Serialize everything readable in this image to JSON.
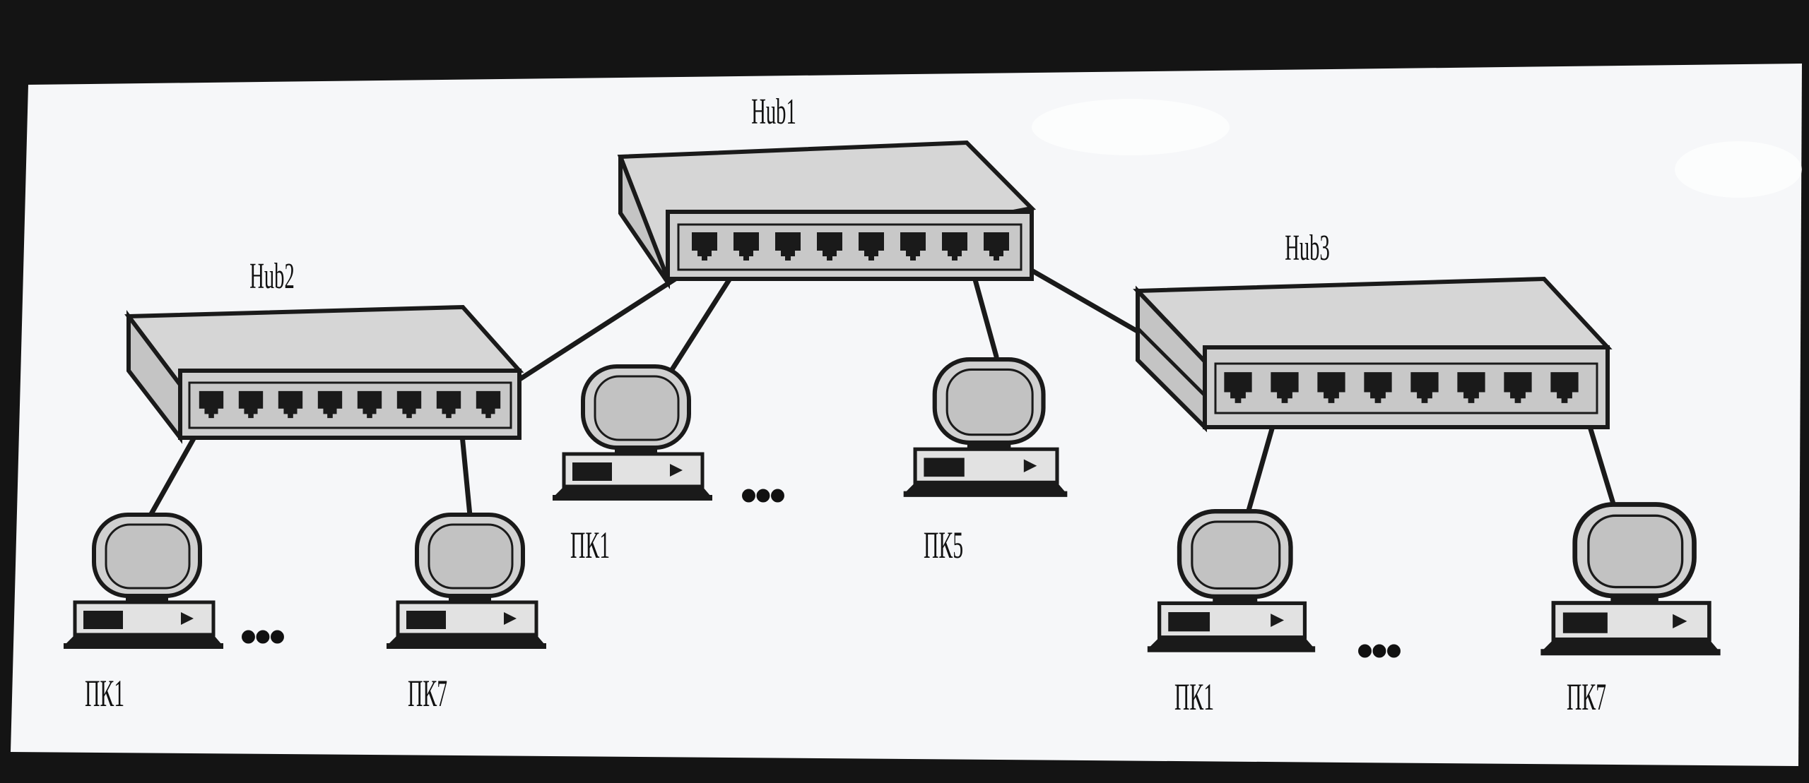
{
  "hubs": [
    {
      "id": "hub1",
      "label": "Hub1"
    },
    {
      "id": "hub2",
      "label": "Hub2"
    },
    {
      "id": "hub3",
      "label": "Hub3"
    }
  ],
  "computers": [
    {
      "id": "hub2-pc-first",
      "label": "ПК1"
    },
    {
      "id": "hub2-pc-last",
      "label": "ПК7"
    },
    {
      "id": "hub1-pc-first",
      "label": "ПК1"
    },
    {
      "id": "hub1-pc-last",
      "label": "ПК5"
    },
    {
      "id": "hub3-pc-first",
      "label": "ПК1"
    },
    {
      "id": "hub3-pc-last",
      "label": "ПК7"
    }
  ],
  "colors": {
    "screen_background": "#141414",
    "slide_background": "#f6f7f9",
    "device_fill": "#c9c9c9",
    "device_top": "#d9d9d9",
    "line": "#1a1a1a"
  }
}
